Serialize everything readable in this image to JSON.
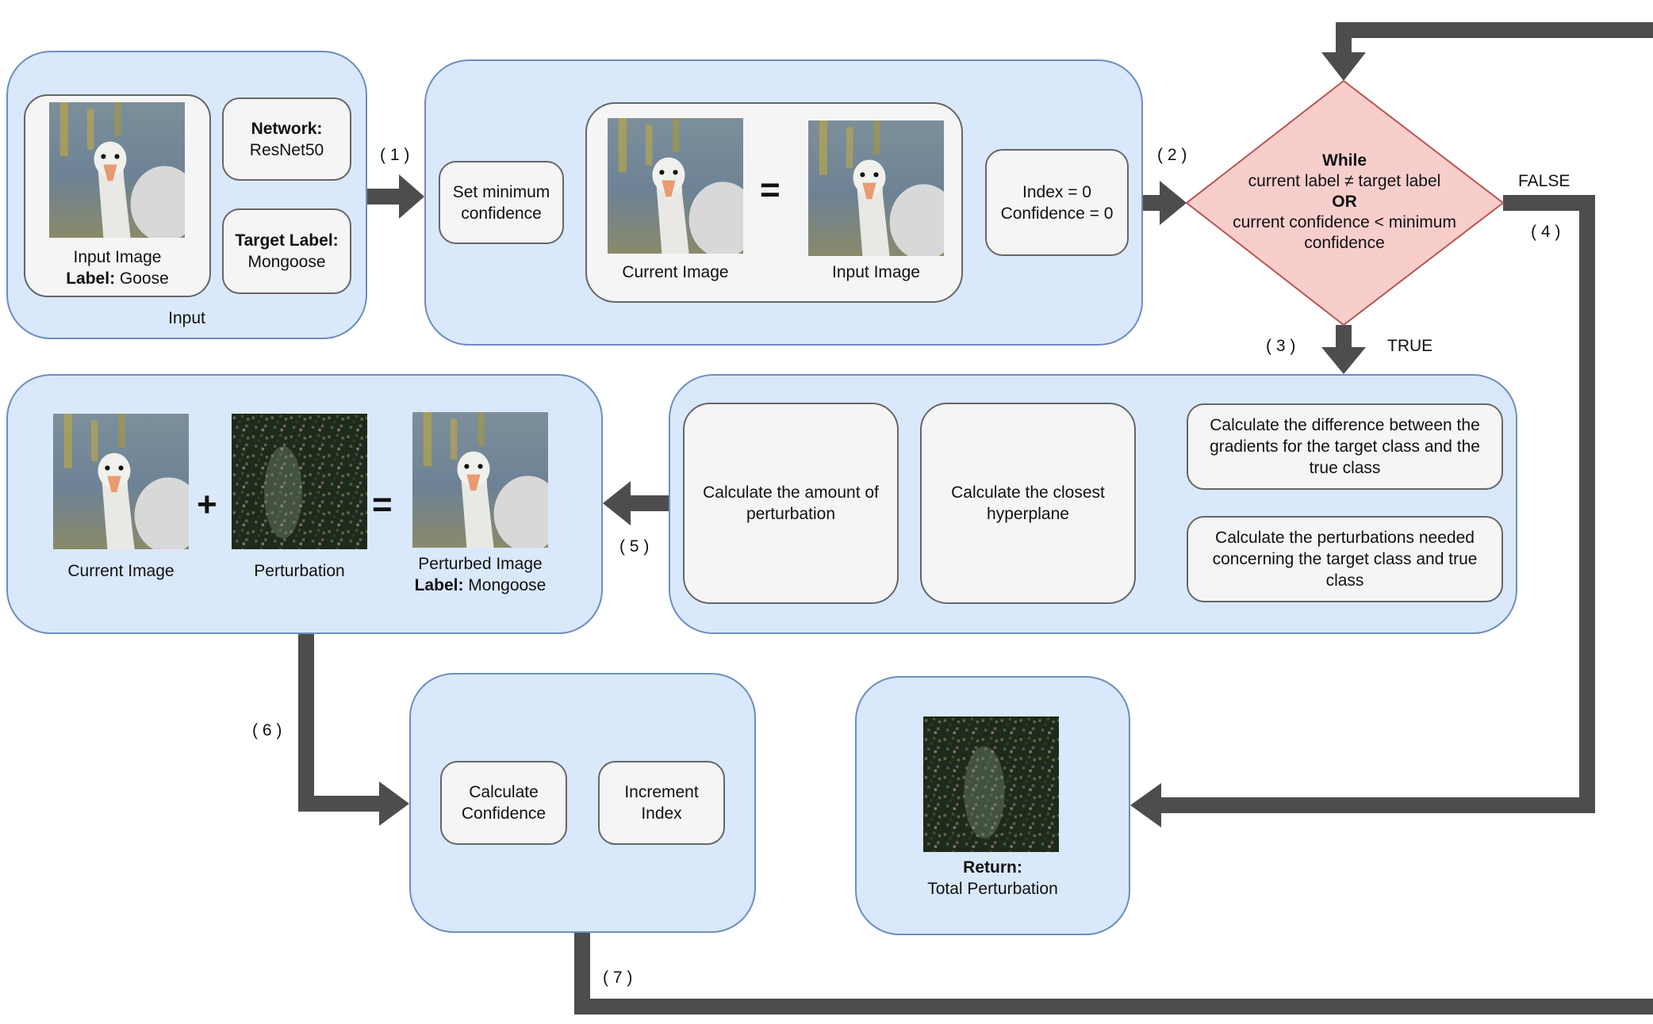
{
  "input": {
    "panel_label": "Input",
    "image_caption": "Input Image",
    "label_key": "Label:",
    "label_value": "Goose",
    "network_key": "Network:",
    "network_value": "ResNet50",
    "target_key": "Target Label:",
    "target_value": "Mongoose"
  },
  "init": {
    "set_min_line1": "Set minimum",
    "set_min_line2": "confidence",
    "current_image": "Current Image",
    "equals": "=",
    "input_image": "Input Image",
    "index_line": "Index = 0",
    "confidence_line": "Confidence = 0"
  },
  "loop": {
    "while": "While",
    "cond1": "current label ≠ target label",
    "or": "OR",
    "cond2": "current confidence < minimum",
    "cond2b": "confidence",
    "true_label": "TRUE",
    "false_label": "FALSE"
  },
  "steps": {
    "s1": "( 1 )",
    "s2": "( 2 )",
    "s3": "( 3 )",
    "s4": "( 4 )",
    "s5": "( 5 )",
    "s6": "( 6 )",
    "s7": "( 7 )"
  },
  "compute": {
    "diff_gradients": "Calculate the difference between the gradients for the target class and the true class",
    "perturbations_needed": "Calculate the perturbations needed concerning the target class and true class",
    "closest_hyperplane": "Calculate the closest hyperplane",
    "amount_perturbation": "Calculate the amount of perturbation"
  },
  "apply": {
    "current_image": "Current Image",
    "plus": "+",
    "perturbation": "Perturbation",
    "equals": "=",
    "perturbed_image": "Perturbed Image",
    "label_key": "Label:",
    "label_value": "Mongoose"
  },
  "update": {
    "calc_conf_line1": "Calculate",
    "calc_conf_line2": "Confidence",
    "increment_line1": "Increment",
    "increment_line2": "Index"
  },
  "result": {
    "return_key": "Return:",
    "return_value": "Total Perturbation"
  },
  "colors": {
    "panel_fill": "#dae8fc",
    "panel_border": "#6c8ebf",
    "box_fill": "#f5f5f5",
    "diamond_fill": "#f8cecc",
    "diamond_border": "#b85450",
    "arrow": "#4d4d4d"
  }
}
